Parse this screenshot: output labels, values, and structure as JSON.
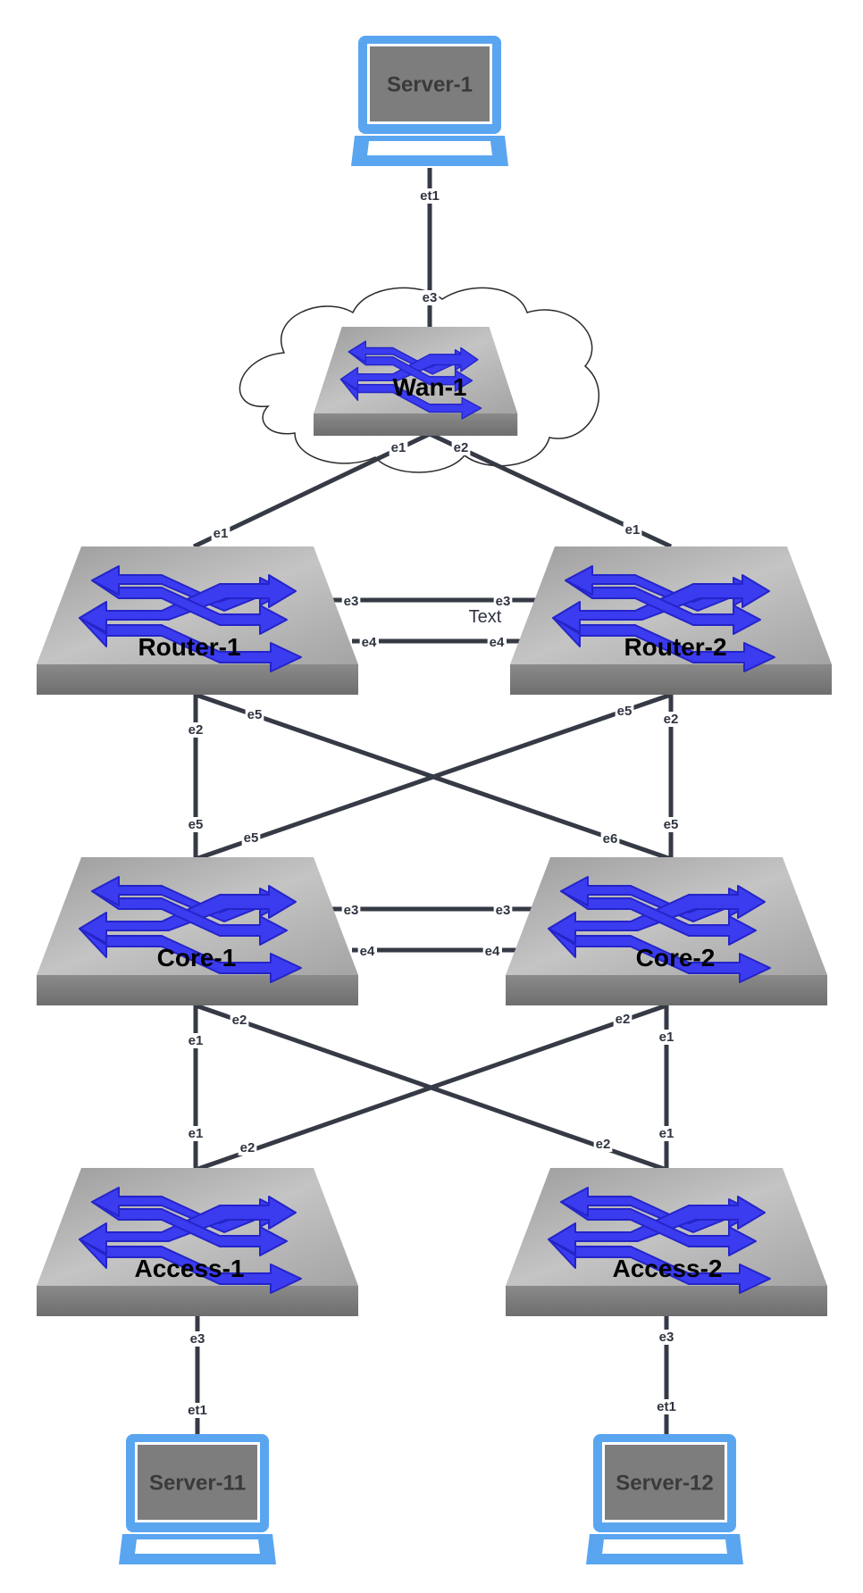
{
  "nodes": {
    "server_1": "Server-1",
    "wan_1": "Wan-1",
    "router_1": "Router-1",
    "router_2": "Router-2",
    "core_1": "Core-1",
    "core_2": "Core-2",
    "access_1": "Access-1",
    "access_2": "Access-2",
    "server_11": "Server-11",
    "server_12": "Server-12"
  },
  "free_text": "Text",
  "links": [
    {
      "a": "Server-1",
      "a_port": "et1",
      "b": "Wan-1",
      "b_port": "e3"
    },
    {
      "a": "Wan-1",
      "a_port": "e1",
      "b": "Router-1",
      "b_port": "e1"
    },
    {
      "a": "Wan-1",
      "a_port": "e2",
      "b": "Router-2",
      "b_port": "e1"
    },
    {
      "a": "Router-1",
      "a_port": "e3",
      "b": "Router-2",
      "b_port": "e3"
    },
    {
      "a": "Router-1",
      "a_port": "e4",
      "b": "Router-2",
      "b_port": "e4"
    },
    {
      "a": "Router-1",
      "a_port": "e2",
      "b": "Core-1",
      "b_port": "e5"
    },
    {
      "a": "Router-1",
      "a_port": "e5",
      "b": "Core-2",
      "b_port": "e6"
    },
    {
      "a": "Router-2",
      "a_port": "e5",
      "b": "Core-1",
      "b_port": "e5"
    },
    {
      "a": "Router-2",
      "a_port": "e2",
      "b": "Core-2",
      "b_port": "e5"
    },
    {
      "a": "Core-1",
      "a_port": "e3",
      "b": "Core-2",
      "b_port": "e3"
    },
    {
      "a": "Core-1",
      "a_port": "e4",
      "b": "Core-2",
      "b_port": "e4"
    },
    {
      "a": "Core-1",
      "a_port": "e1",
      "b": "Access-1",
      "b_port": "e1"
    },
    {
      "a": "Core-1",
      "a_port": "e2",
      "b": "Access-2",
      "b_port": "e2"
    },
    {
      "a": "Core-2",
      "a_port": "e2",
      "b": "Access-1",
      "b_port": "e2"
    },
    {
      "a": "Core-2",
      "a_port": "e1",
      "b": "Access-2",
      "b_port": "e1"
    },
    {
      "a": "Access-1",
      "a_port": "e3",
      "b": "Server-11",
      "b_port": "et1"
    },
    {
      "a": "Access-2",
      "a_port": "e3",
      "b": "Server-12",
      "b_port": "et1"
    }
  ]
}
